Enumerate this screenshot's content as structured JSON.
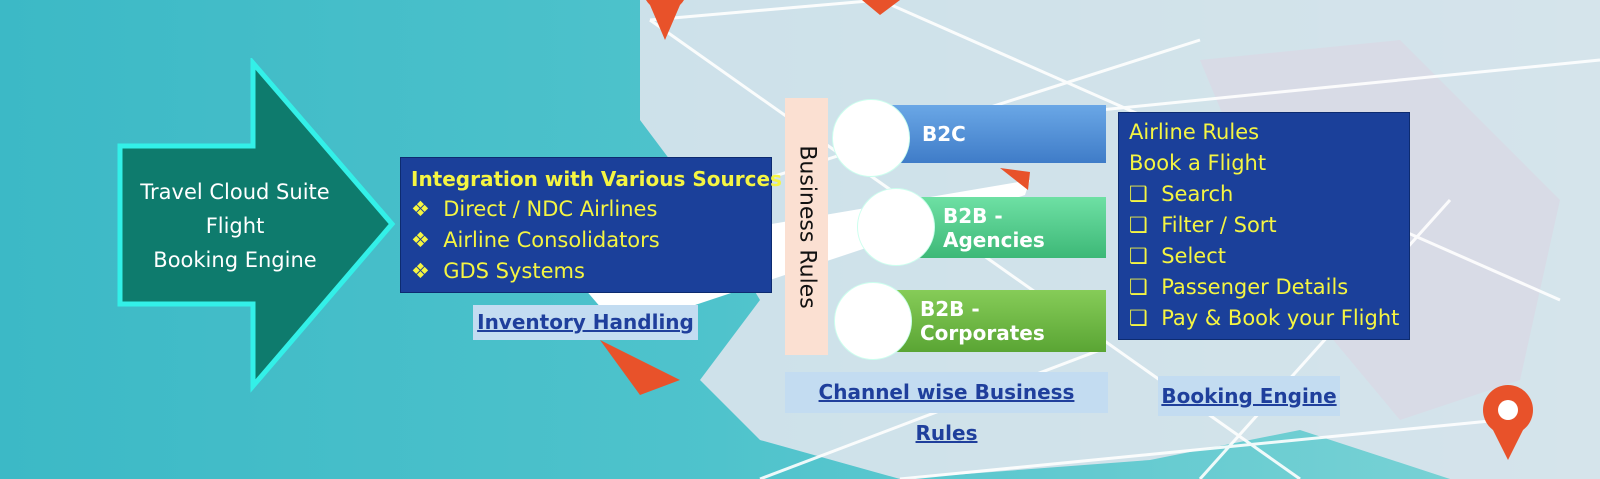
{
  "arrow": {
    "lines": [
      "Travel Cloud Suite",
      "Flight",
      "Booking Engine"
    ]
  },
  "sources": {
    "title": "Integration with Various Sources",
    "items": [
      "Direct  / NDC Airlines",
      "Airline Consolidators",
      "GDS Systems"
    ],
    "bullet": "❖"
  },
  "inventory_label": "Inventory Handling",
  "business_rules": "Business Rules",
  "channels": [
    {
      "label": "B2C",
      "color": "#4f8fd6"
    },
    {
      "label": "B2B - Agencies",
      "color": "#4ec989"
    },
    {
      "label": "B2B - Corporates",
      "color": "#6cb545"
    }
  ],
  "channel_label": "Channel wise Business Rules",
  "booking": {
    "lines": [
      "Airline Rules",
      "Book a Flight"
    ],
    "steps": [
      "Search",
      "Filter / Sort",
      "Select",
      "Passenger Details",
      "Pay & Book your Flight"
    ],
    "checkbox": "❑"
  },
  "booking_label": "Booking Engine"
}
